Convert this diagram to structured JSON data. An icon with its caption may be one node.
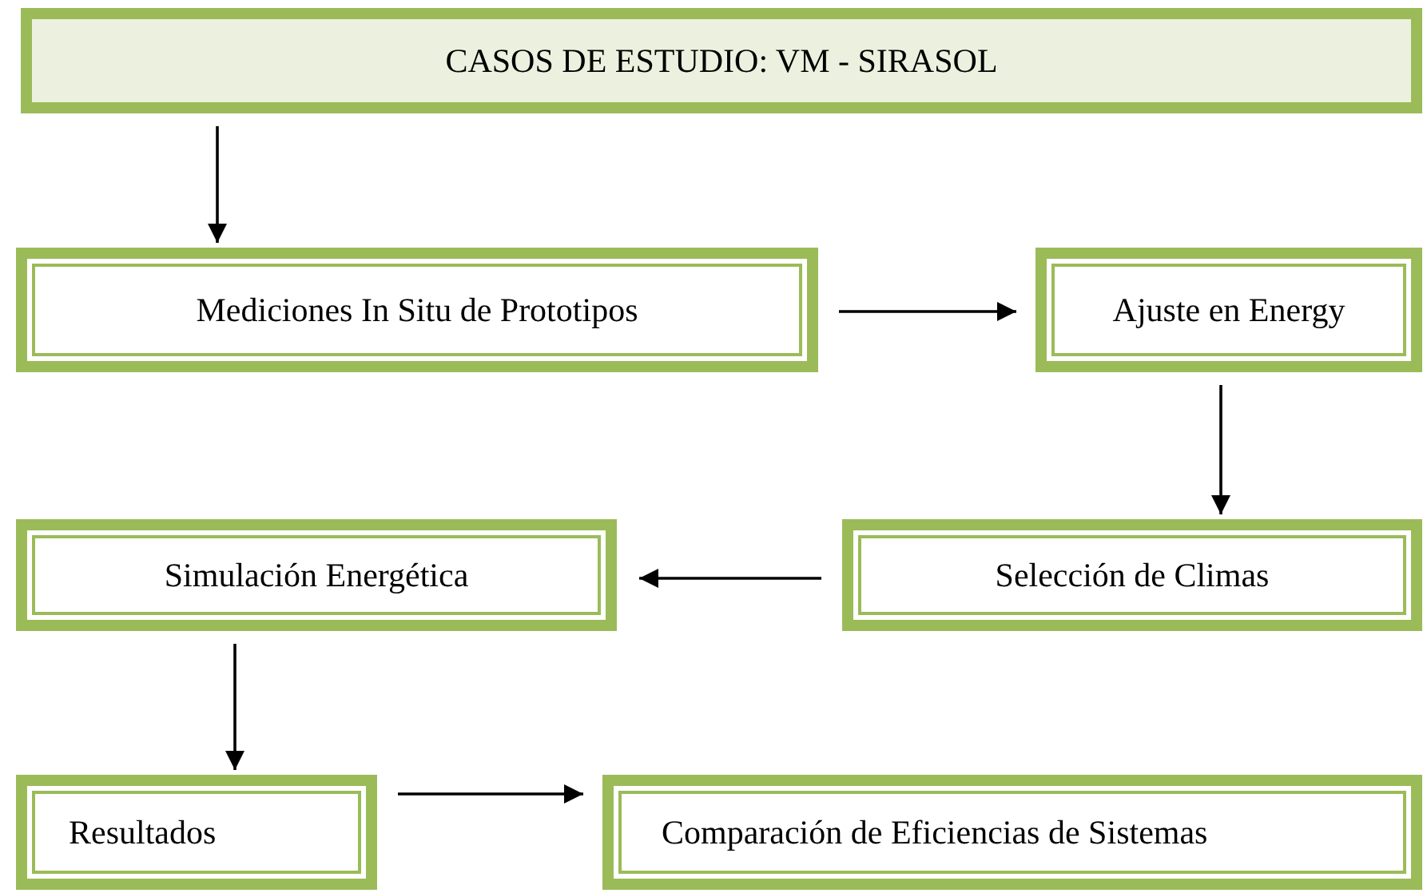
{
  "diagram": {
    "nodes": [
      {
        "text": [
          "CASOS DE ESTUDIO: VM - SIRASOL"
        ]
      },
      {
        "text": [
          "Mediciones In Situ de Prototipos"
        ]
      },
      {
        "text": [
          "Ajuste en Energy"
        ]
      },
      {
        "text": [
          "Selección de Climas"
        ]
      },
      {
        "text": [
          "Simulación Energética"
        ]
      },
      {
        "text": [
          "Resultados"
        ]
      },
      {
        "text": [
          "Comparación de Eficiencias de Sistemas"
        ]
      }
    ],
    "edges": [
      {
        "from": 0,
        "to": 1,
        "arrow": "to"
      },
      {
        "from": 1,
        "to": 2,
        "arrow": "to"
      },
      {
        "from": 2,
        "to": 3,
        "arrow": "to"
      },
      {
        "from": 3,
        "to": 4,
        "arrow": "to"
      },
      {
        "from": 4,
        "to": 5,
        "arrow": "to"
      },
      {
        "from": 5,
        "to": 6,
        "arrow": "to"
      }
    ]
  }
}
